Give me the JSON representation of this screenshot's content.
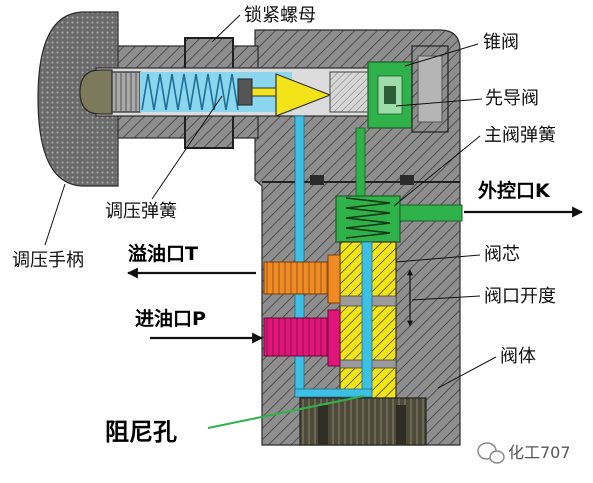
{
  "labels": {
    "lock_nut": "锁紧螺母",
    "cone_valve": "锥阀",
    "pilot_valve": "先导阀",
    "main_spring": "主阀弹簧",
    "remote_port": "外控口K",
    "adjust_spring": "调压弹簧",
    "overflow_port": "溢油口T",
    "adjust_handle": "调压手柄",
    "spool": "阀芯",
    "valve_opening": "阀口开度",
    "inlet_port": "进油口P",
    "valve_body": "阀体",
    "damping_hole": "阻尼孔"
  },
  "watermark": {
    "text": "化工707",
    "icon": "wechat-icon"
  },
  "colors": {
    "pilot_channel": "#3ec0e4",
    "spring_chamber": "#8ad6ef",
    "cone": "#f3e41a",
    "control_chamber": "#2fb24a",
    "overflow_port": "#f08a24",
    "inlet_port": "#e0157a",
    "damping_leader": "#2fb24a"
  }
}
